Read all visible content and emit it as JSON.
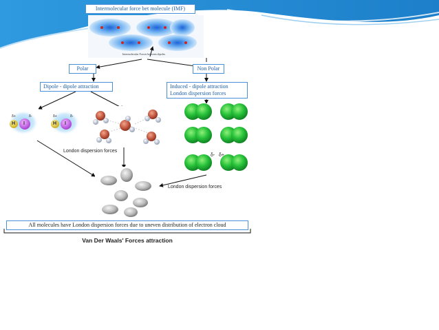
{
  "title_box": "Intermolecular force bet molecule (IMF)",
  "title_image_caption": "Intermolecular Forces between dipoles",
  "polar_box": "Polar",
  "nonpolar_box": "Non Polar",
  "dipole_box": "Dipole - dipole attraction",
  "induced_box": {
    "line1": "Induced - dipole attraction",
    "line2": "London dispersion forces"
  },
  "hi_molecule": {
    "atom1": "H",
    "atom2": "I",
    "charge_pos": "δ+",
    "charge_neg": "δ-"
  },
  "london_left": "London dispersion forces",
  "london_right": "London dispersion forces",
  "induced_charges": {
    "neg": "δ-",
    "pos": "δ+"
  },
  "bottom_banner": "All molecules have London dispersion forces due to uneven distribution of electron cloud",
  "bottom_caption": "Van Der Waals' Forces attraction",
  "colors": {
    "header_blue": "#2f9ae0",
    "box_border": "#4a90d9",
    "chlorine_green": "#22b53a",
    "water_red": "#c0533c"
  }
}
